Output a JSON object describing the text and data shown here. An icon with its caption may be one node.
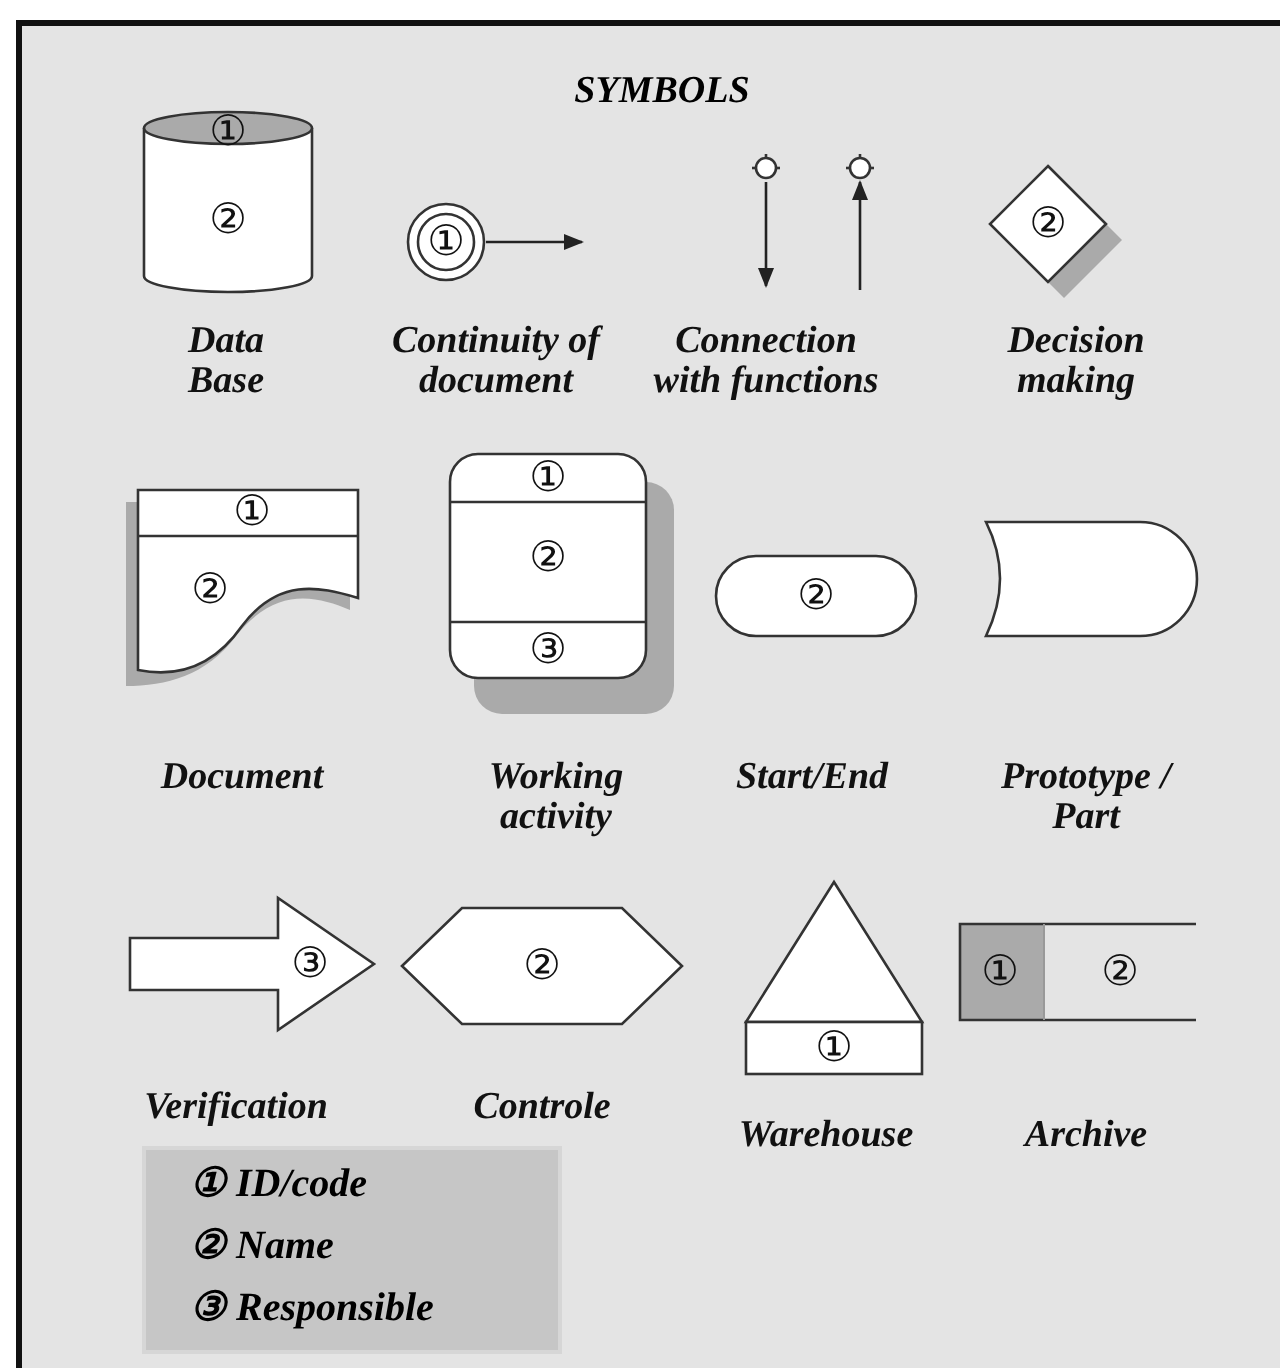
{
  "diagram": {
    "title": "SYMBOLS",
    "nodes": [
      {
        "text": [
          "①",
          "②"
        ],
        "beside": [
          "Data Base"
        ]
      },
      {
        "text": [
          "①"
        ],
        "beside": [
          "Continuity of document"
        ]
      },
      {
        "text": [],
        "shape": "circle"
      },
      {
        "text": [],
        "shape": "circle"
      },
      {
        "text": [
          "②"
        ],
        "beside": [
          "Decision making"
        ]
      },
      {
        "text": [
          "①",
          "②"
        ],
        "beside": [
          "Document"
        ]
      },
      {
        "text": [
          "①",
          "②",
          "③"
        ],
        "beside": [
          "Working activity"
        ]
      },
      {
        "text": [
          "②"
        ],
        "beside": [
          "Start/End"
        ]
      },
      {
        "text": [],
        "shape": "box",
        "beside": [
          "Prototype / Part"
        ]
      },
      {
        "text": [
          "③"
        ],
        "beside": [
          "Verification"
        ]
      },
      {
        "text": [
          "②"
        ],
        "beside": [
          "Controle"
        ]
      },
      {
        "text": [
          "①"
        ],
        "beside": [
          "Warehouse"
        ]
      },
      {
        "text": [
          "①",
          "②"
        ],
        "beside": [
          "Archive"
        ]
      }
    ],
    "edges": [
      {
        "from": 1,
        "to": null,
        "arrow": "to"
      },
      {
        "from": 2,
        "to": null,
        "arrow": "to"
      },
      {
        "from": null,
        "to": 3,
        "arrow": "to"
      }
    ],
    "labels": [
      "Connection with functions"
    ],
    "legend": [
      {
        "text": "① ID/code"
      },
      {
        "text": "② Name"
      },
      {
        "text": "③ Responsible"
      }
    ]
  }
}
